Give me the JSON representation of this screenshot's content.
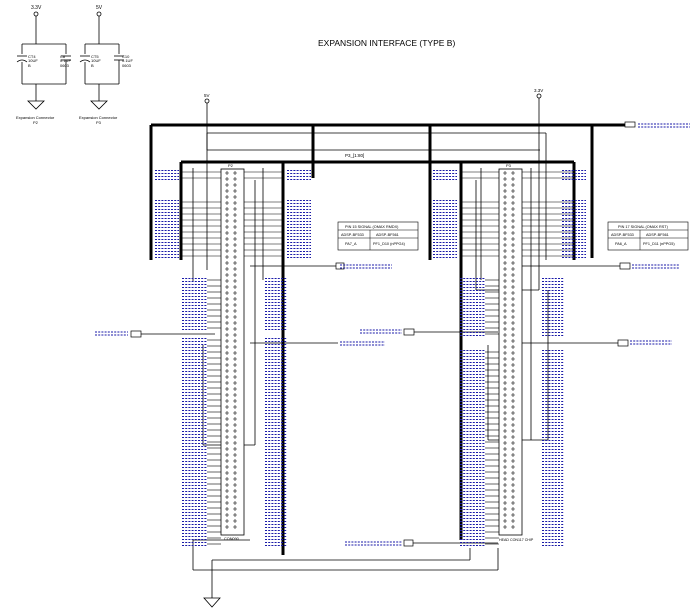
{
  "title": "EXPANSION INTERFACE (TYPE B)",
  "power": {
    "v33": "3.3V",
    "v5": "5V"
  },
  "decoupling": [
    {
      "caption": "Expansion Connector",
      "ref": "P2",
      "caps": [
        {
          "ref": "CT4",
          "val1": "10UF",
          "val2": "B"
        },
        {
          "ref": "C8",
          "val1": "0.1UF",
          "val2": "0603"
        }
      ]
    },
    {
      "caption": "Expansion Connector",
      "ref": "P3",
      "caps": [
        {
          "ref": "CT5",
          "val1": "10UF",
          "val2": "B"
        },
        {
          "ref": "C10",
          "val1": "0.1UF",
          "val2": "0603"
        }
      ]
    }
  ],
  "connectors": {
    "left": {
      "ref": "P2",
      "part": "CON090"
    },
    "right": {
      "ref": "P3",
      "part": "HEAD CON117 CHIP"
    }
  },
  "bus_label": "P3_[1:80]",
  "note_left": {
    "header": "PIN 15 SIGNAL (OMAX RMDX)",
    "cols": [
      "ADSP-BF533",
      "ADSP-BF561"
    ],
    "row": [
      "PA7_A",
      "PF1_D10 (nPPG4)"
    ]
  },
  "note_right": {
    "header": "PIN 17 SIGNAL (OMAX RST)",
    "cols": [
      "ADSP-BF533",
      "ADSP-BF561"
    ],
    "row": [
      "PA6_A",
      "PF1_D11 (nPPG5)"
    ]
  },
  "colors": {
    "wire": "#000000",
    "netlabel": "#1a1aa8"
  },
  "icons": [
    "ground-icon",
    "power-arrow-icon",
    "capacitor-icon",
    "polarized-capacitor-icon",
    "net-port-icon"
  ]
}
